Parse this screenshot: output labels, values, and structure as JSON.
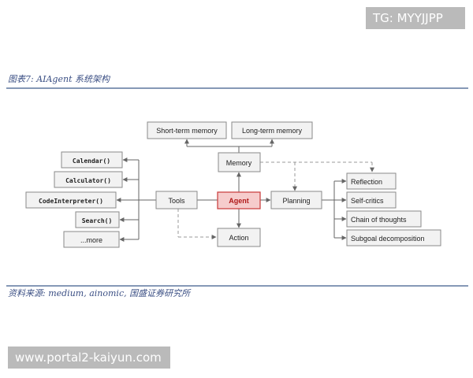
{
  "figure_title": "图表7: AIAgent 系统架构",
  "source": "资料来源: medium, ainomic, 国盛证券研究所",
  "watermark_top": "TG: MYYJJPP",
  "watermark_bottom": "www.portal2-kaiyun.com",
  "nodes": {
    "agent": "Agent",
    "memory": "Memory",
    "short_term_memory": "Short-term memory",
    "long_term_memory": "Long-term memory",
    "tools": "Tools",
    "planning": "Planning",
    "action": "Action",
    "tool_calendar": "Calendar()",
    "tool_calculator": "Calculator()",
    "tool_codeinterpreter": "CodeInterpreter()",
    "tool_search": "Search()",
    "tool_more": "...more",
    "plan_reflection": "Reflection",
    "plan_selfcritics": "Self-critics",
    "plan_chain": "Chain of thoughts",
    "plan_subgoal": "Subgoal decomposition"
  },
  "colors": {
    "agent_fill": "#f6cccc",
    "agent_border": "#cc4444",
    "agent_text": "#b01818",
    "node_fill": "#f2f2f2",
    "node_border": "#8a8a8a",
    "rule": "#3d5a8a",
    "header_text": "#3b4f84",
    "edge": "#666666"
  }
}
